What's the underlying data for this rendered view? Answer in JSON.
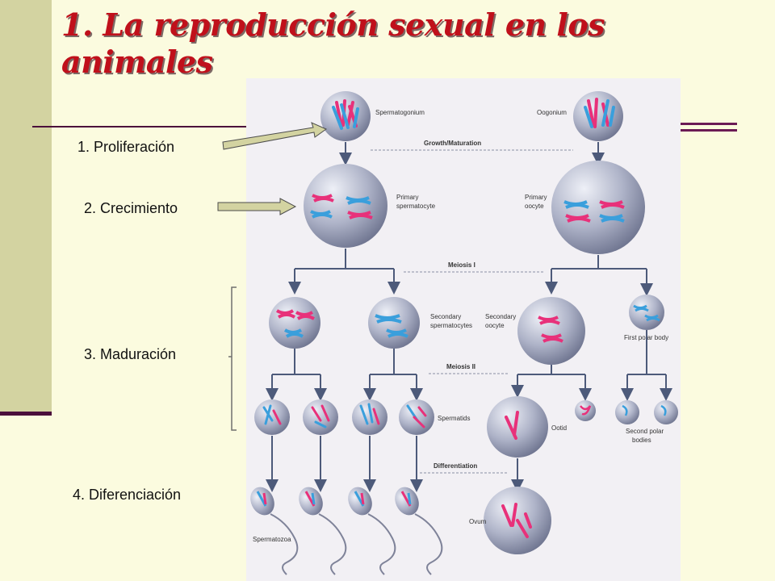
{
  "slide": {
    "title": "1. La reproducción sexual en los animales",
    "stages": [
      {
        "label": "1. Proliferación"
      },
      {
        "label": "2. Crecimiento"
      },
      {
        "label": "3. Maduración"
      },
      {
        "label": "4. Diferenciación"
      }
    ]
  },
  "diagram": {
    "labels": {
      "spermatogonium": "Spermatogonium",
      "oogonium": "Oogonium",
      "growth": "Growth/Maturation",
      "primary_spermatocyte_1": "Primary",
      "primary_spermatocyte_2": "spermatocyte",
      "primary_oocyte_1": "Primary",
      "primary_oocyte_2": "oocyte",
      "meiosis1": "Meiosis I",
      "secondary_spermatocytes_1": "Secondary",
      "secondary_spermatocytes_2": "spermatocytes",
      "secondary_oocyte_1": "Secondary",
      "secondary_oocyte_2": "oocyte",
      "first_polar_body": "First polar body",
      "meiosis2": "Meiosis II",
      "spermatids": "Spermatids",
      "ootid": "Ootid",
      "second_polar_1": "Second polar",
      "second_polar_2": "bodies",
      "differentiation": "Differentiation",
      "ovum": "Ovum",
      "spermatozoa": "Spermatozoa"
    },
    "colors": {
      "cell": "#b9bdd0",
      "paternal": "#e8317a",
      "maternal": "#3a9fdc",
      "arrow": "#4d5a7a"
    }
  }
}
